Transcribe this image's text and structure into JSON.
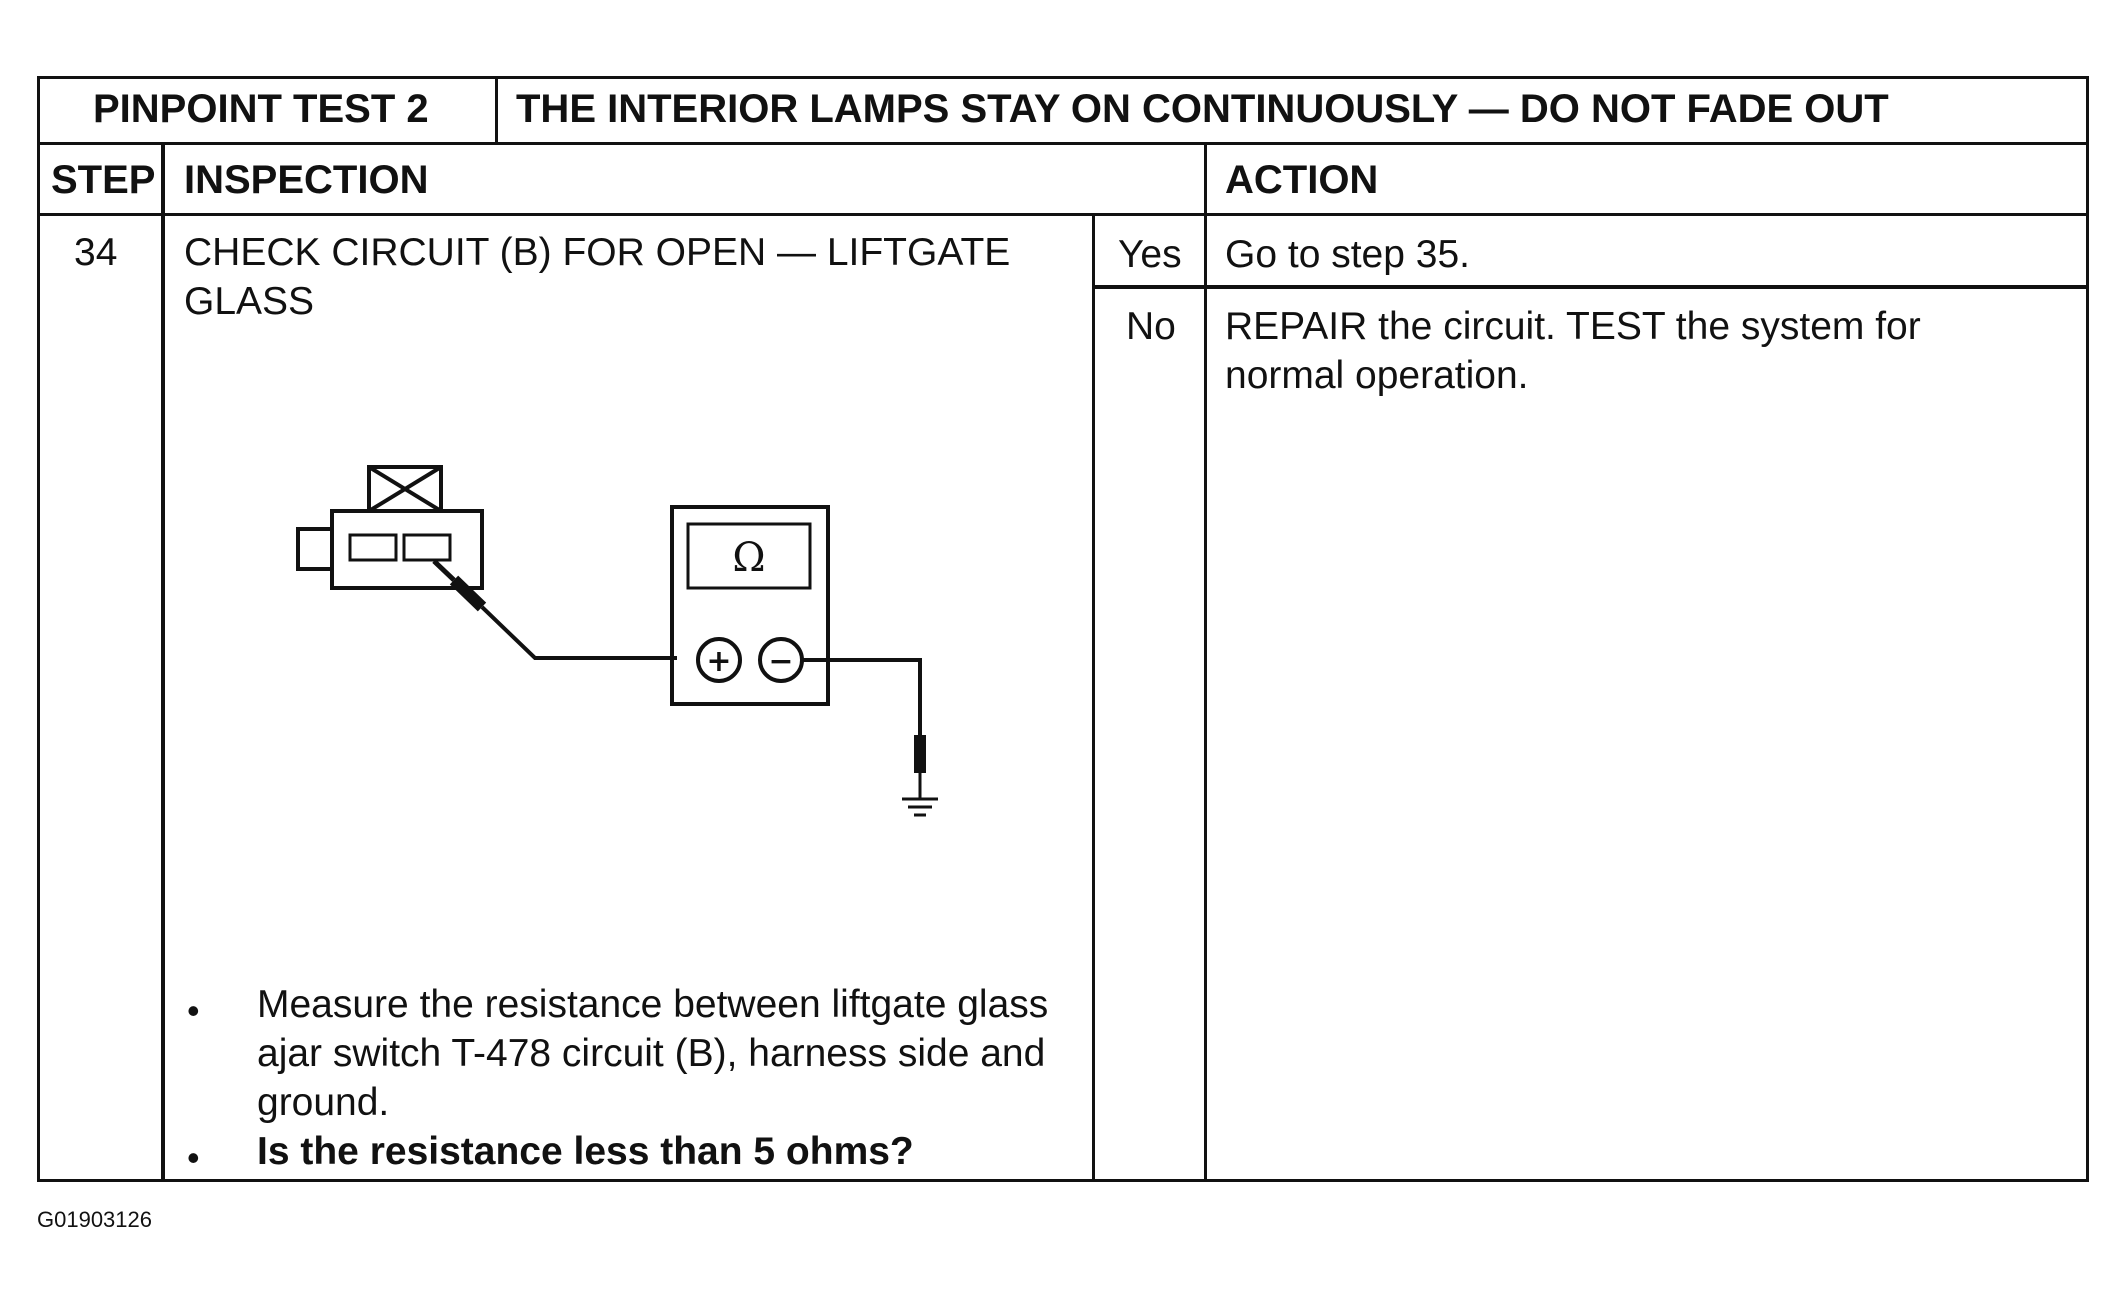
{
  "header": {
    "test_label": "PINPOINT TEST 2",
    "test_title": "THE INTERIOR LAMPS STAY ON CONTINUOUSLY — DO NOT FADE OUT"
  },
  "columns": {
    "step": "STEP",
    "inspection": "INSPECTION",
    "action": "ACTION"
  },
  "step": {
    "number": "34",
    "title_line1": "CHECK CIRCUIT (B) FOR OPEN — LIFTGATE",
    "title_line2": "GLASS",
    "bullet_char": "•",
    "bullets": [
      {
        "lines": [
          "Measure the resistance between liftgate glass",
          "ajar switch T-478 circuit (B), harness side and",
          "ground."
        ]
      },
      {
        "lines": [
          "Is the resistance less than 5 ohms?"
        ]
      }
    ]
  },
  "figure": {
    "meter_symbol": "Ω",
    "plus_symbol": "+",
    "minus_symbol": "−"
  },
  "responses": [
    {
      "answer": "Yes",
      "action_lines": [
        "Go to step 35."
      ]
    },
    {
      "answer": "No",
      "action_lines": [
        "REPAIR the circuit.  TEST the system for",
        "normal operation."
      ]
    }
  ],
  "figure_code": "G01903126"
}
